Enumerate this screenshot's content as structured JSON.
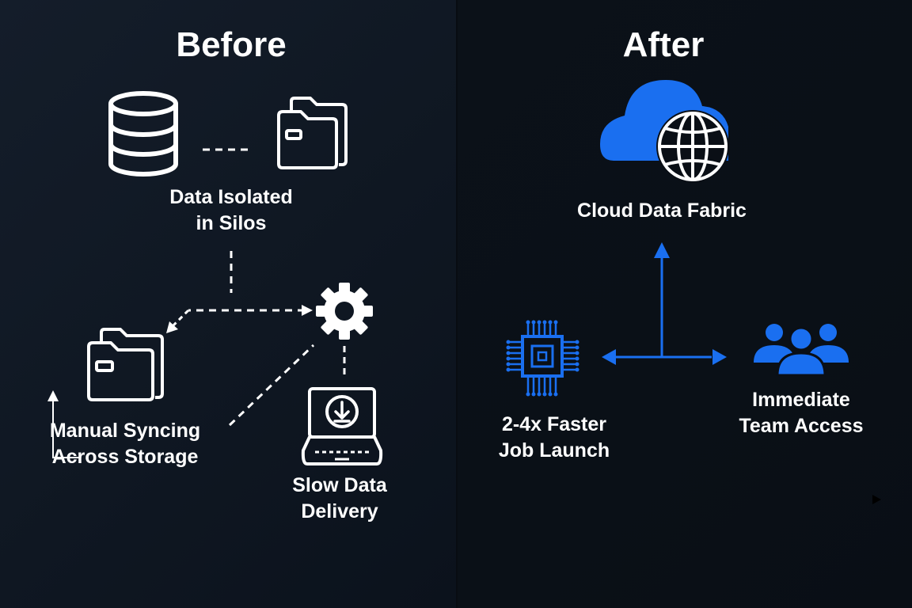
{
  "before": {
    "title": "Before",
    "silos_label": [
      "Data Isolated",
      "in Silos"
    ],
    "syncing_label": [
      "Manual Syncing",
      "Across Storage"
    ],
    "delivery_label": [
      "Slow Data",
      "Delivery"
    ]
  },
  "after": {
    "title": "After",
    "cloud_label": "Cloud Data Fabric",
    "job_label": [
      "2-4x Faster",
      "Job Launch"
    ],
    "team_label": [
      "Immediate",
      "Team Access"
    ]
  },
  "colors": {
    "accent_blue": "#1a6ff0",
    "icon_white": "#ffffff",
    "background_left": "#131b27",
    "background_right": "#0a0f16"
  },
  "icons": {
    "database": "database-icon",
    "folder": "folder-icon",
    "gear": "gear-icon",
    "laptop": "laptop-download-icon",
    "cloud": "cloud-globe-icon",
    "chip": "chip-icon",
    "team": "team-icon"
  }
}
